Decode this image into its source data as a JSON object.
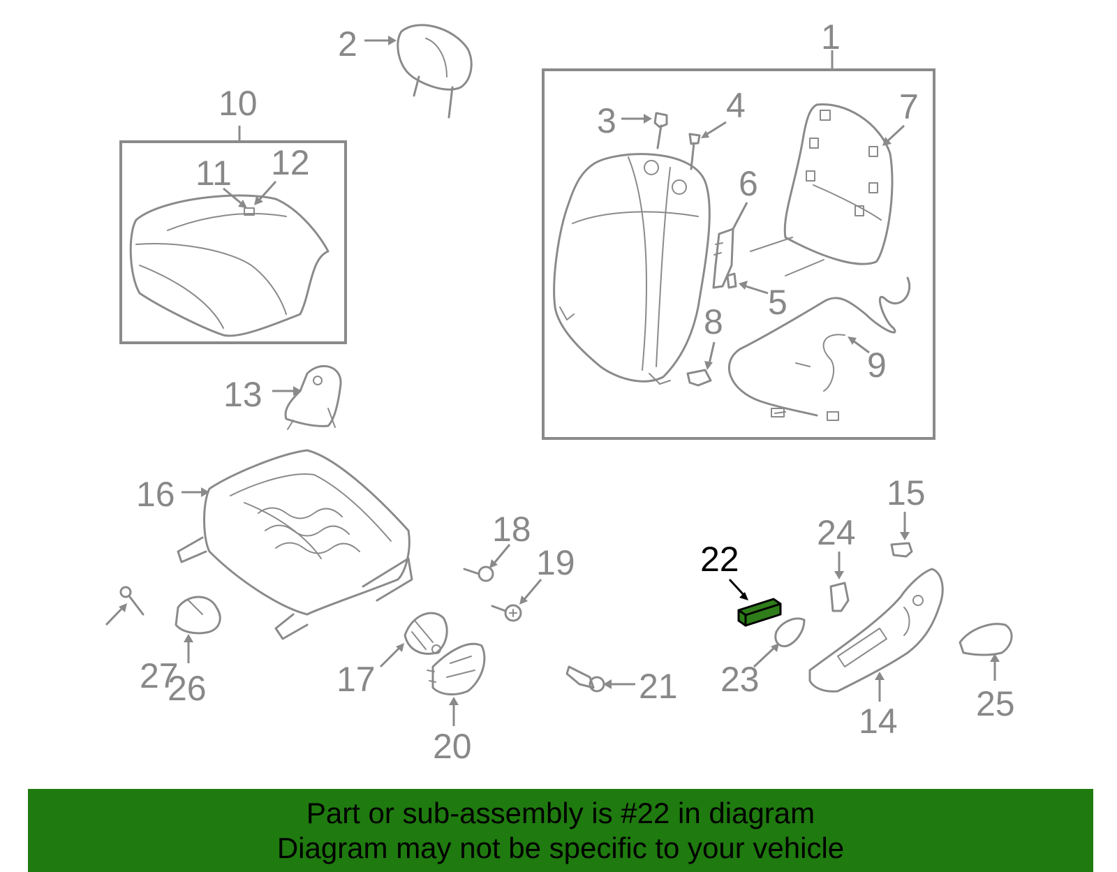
{
  "callouts": {
    "c1": "1",
    "c2": "2",
    "c3": "3",
    "c4": "4",
    "c5": "5",
    "c6": "6",
    "c7": "7",
    "c8": "8",
    "c9": "9",
    "c10": "10",
    "c11": "11",
    "c12": "12",
    "c13": "13",
    "c14": "14",
    "c15": "15",
    "c16": "16",
    "c17": "17",
    "c18": "18",
    "c19": "19",
    "c20": "20",
    "c21": "21",
    "c22": "22",
    "c23": "23",
    "c24": "24",
    "c25": "25",
    "c26": "26",
    "c27": "27"
  },
  "highlighted_part": "22",
  "colors": {
    "banner_bg": "#1f7a0f",
    "highlight_part": "#2f7d1a",
    "line_gray": "#8a8a8a"
  },
  "banner": {
    "line1": "Part or sub-assembly is #22 in diagram",
    "line2": "Diagram may not be specific to your vehicle"
  }
}
